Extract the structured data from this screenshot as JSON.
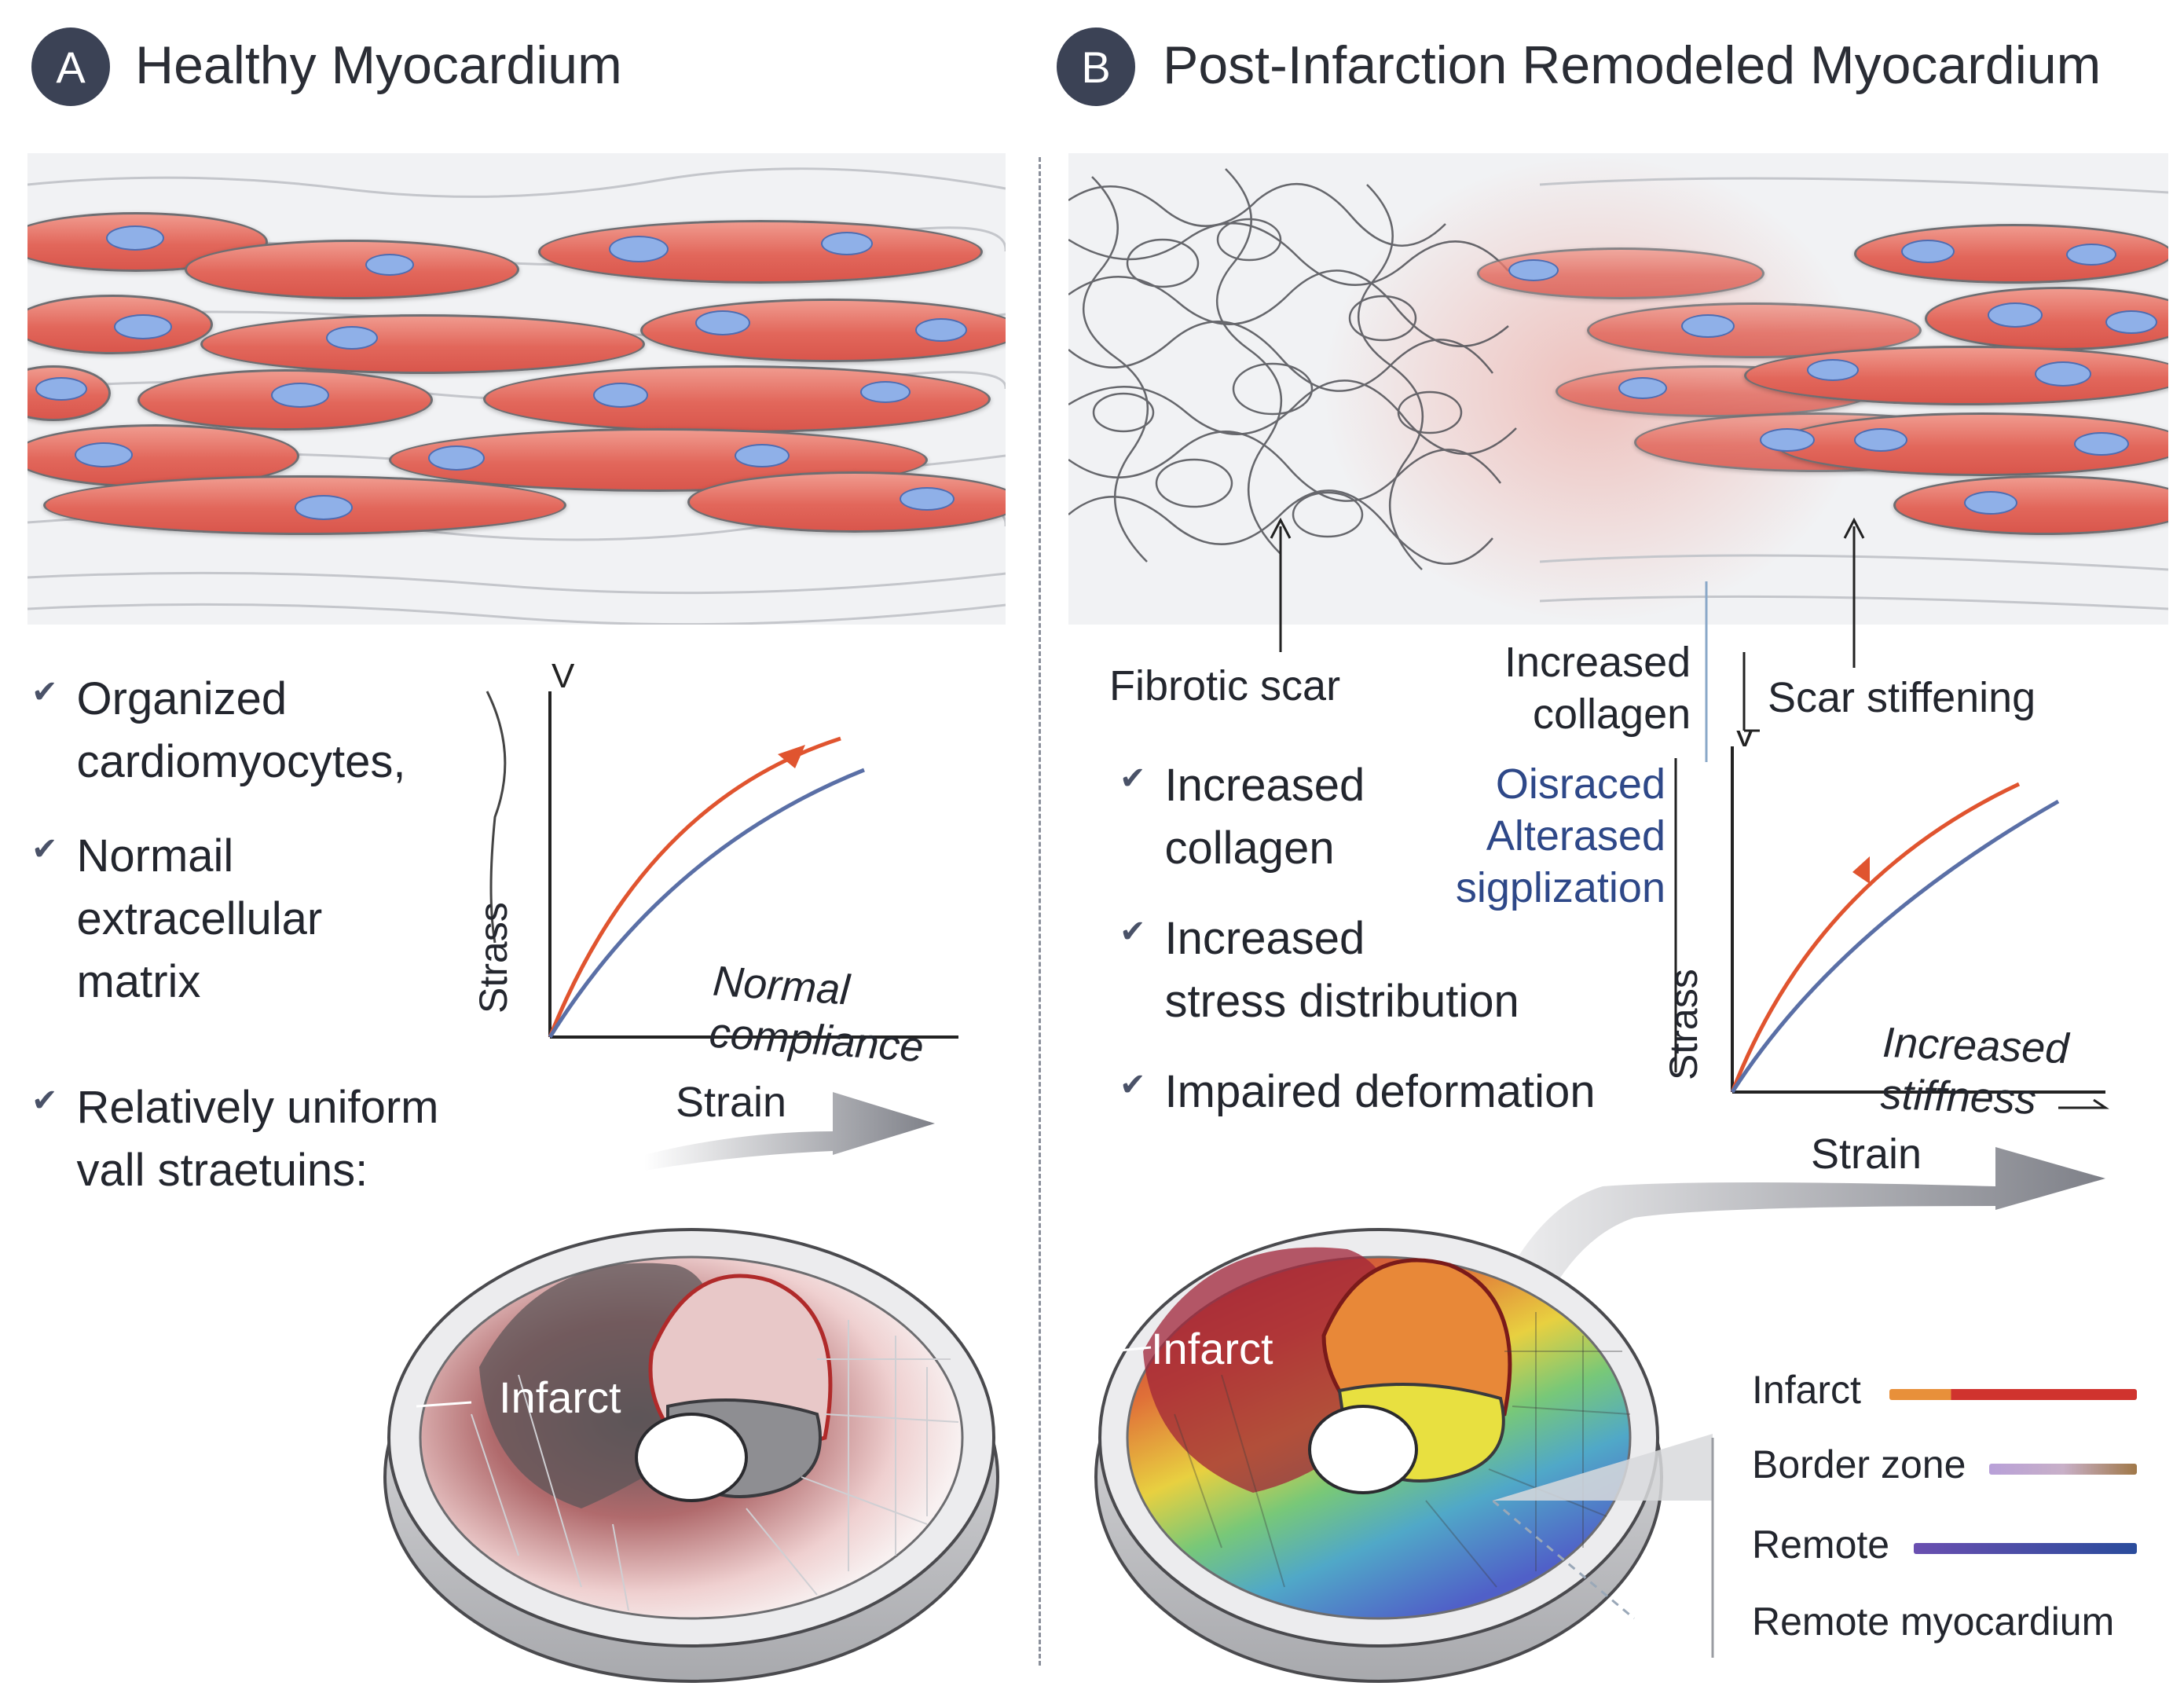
{
  "panel_a": {
    "badge": "A",
    "title": "Healthy Myocardium",
    "bullets": [
      "Organized\ncardiomyocytes,",
      "Normail\nextracellular\nmatrix",
      "Relatively uniform\nvall straetuins:"
    ],
    "graph": {
      "y_axis_letter": "V",
      "y_label": "Strass",
      "x_label": "Strain",
      "annotation": "Normal\ncompliance",
      "colors": {
        "upper_curve": "#e0542f",
        "lower_curve": "#5a6fa6"
      }
    },
    "heart_label": "Infarct"
  },
  "panel_b": {
    "badge": "B",
    "title": "Post-Infarction Remodeled Myocardium",
    "callouts": {
      "fibrotic": "Fibrotic scar",
      "collagen": "Increased\ncollagen",
      "stiffening": "Scar stiffening"
    },
    "bullets": [
      "Increased\ncollagen",
      "Increased\nstress distribution",
      "Impaired deformation"
    ],
    "signal_text": "Oisraced\nAlterased\nsigplization",
    "graph": {
      "y_axis_letter": "V",
      "y_label": "Strass",
      "x_label": "Strain",
      "annotation": "Increased\nstiffness",
      "colors": {
        "upper_curve": "#e0542f",
        "lower_curve": "#5a6fa6"
      }
    },
    "heart_label": "Infarct",
    "legend": [
      {
        "label": "Infarct",
        "colors": [
          "#e8903a",
          "#d0332e"
        ]
      },
      {
        "label": "Border zone",
        "colors": [
          "#b8a0d8",
          "#a07848"
        ]
      },
      {
        "label": "Remote",
        "colors": [
          "#6a4fb0",
          "#2a4c9c"
        ]
      },
      {
        "label": "Remote myocardium",
        "colors": []
      }
    ]
  }
}
